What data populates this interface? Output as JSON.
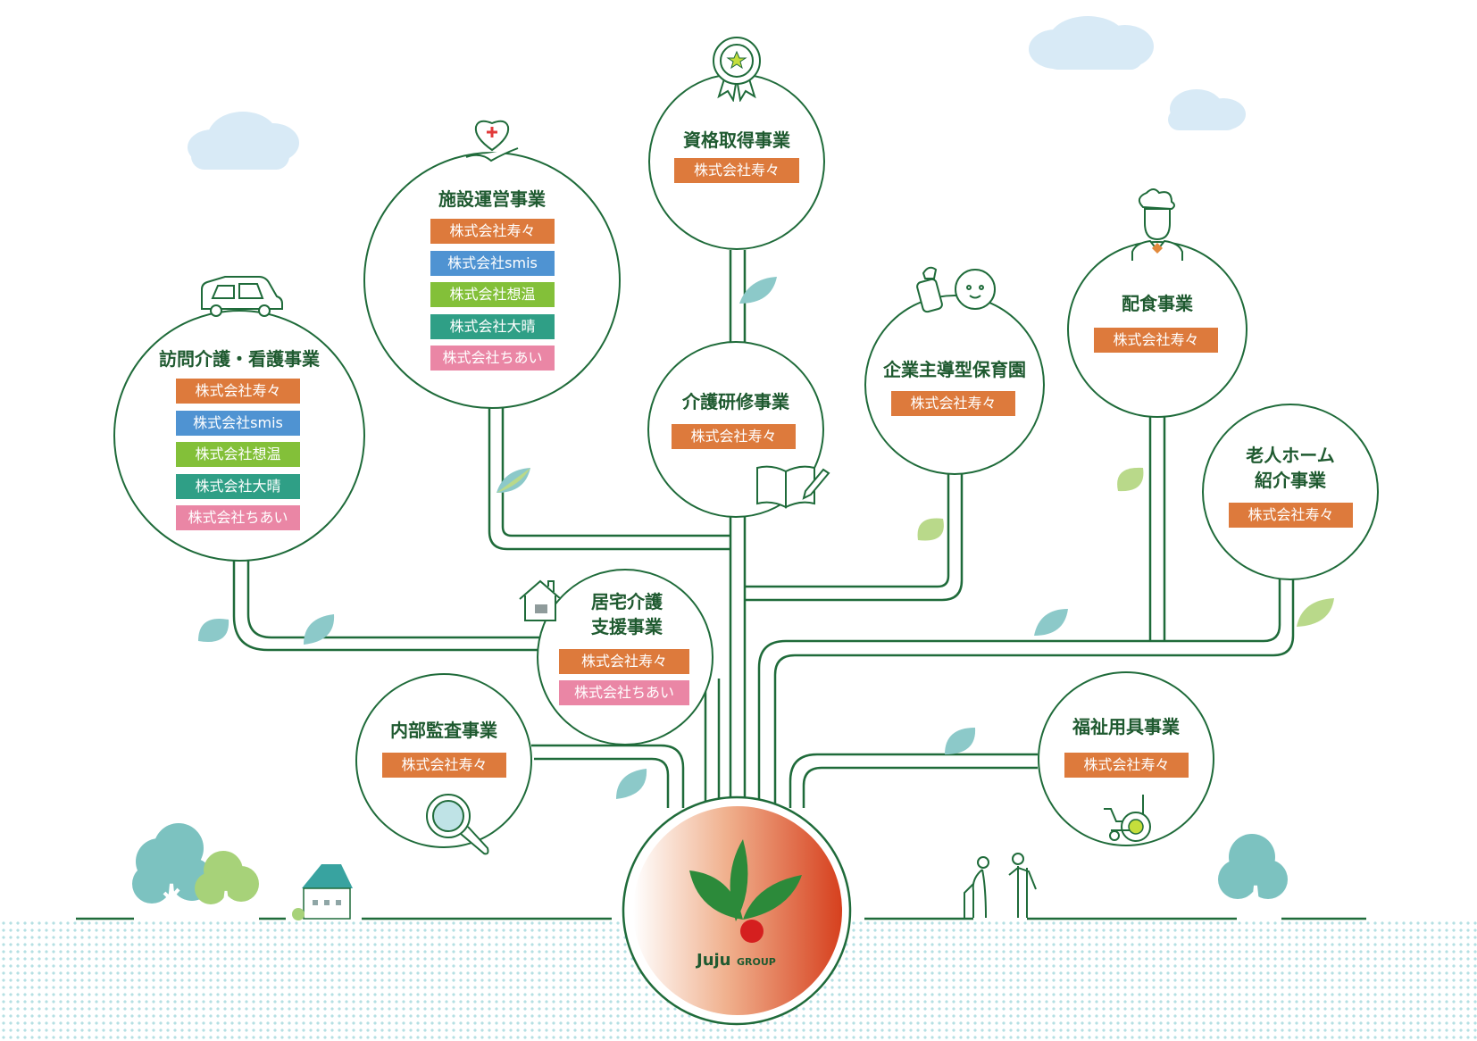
{
  "colors": {
    "line": "#1f6b3a",
    "title_text": "#1f5a30",
    "leaf_blue": "#8cc9c9",
    "leaf_green": "#b9d98a",
    "cloud": "#d8eaf6",
    "ground_dots": "#b5e0e3"
  },
  "companies": {
    "kotobuki": {
      "label": "株式会社寿々",
      "color": "#dd7a3c"
    },
    "smis": {
      "label": "株式会社smis",
      "color": "#4f93d2"
    },
    "souon": {
      "label": "株式会社想温",
      "color": "#83c039"
    },
    "taisei": {
      "label": "株式会社大晴",
      "color": "#2f9f86"
    },
    "chiai": {
      "label": "株式会社ちあい",
      "color": "#ea86a5"
    }
  },
  "businesses": {
    "houmon": {
      "title": "訪問介護・看護事業",
      "icon": "car-icon"
    },
    "shisetsu": {
      "title": "施設運営事業",
      "icon": "heart-hand-icon"
    },
    "shikaku": {
      "title": "資格取得事業",
      "icon": "award-badge-icon"
    },
    "kaigo_kenshu": {
      "title": "介護研修事業",
      "icon": "book-pen-icon"
    },
    "kigyou_hoiku": {
      "title": "企業主導型保育園",
      "icon": "baby-bottle-icon"
    },
    "haishoku": {
      "title": "配食事業",
      "icon": "chef-icon"
    },
    "roujin": {
      "title_line1": "老人ホーム",
      "title_line2": "紹介事業"
    },
    "kyotaku": {
      "title_line1": "居宅介護",
      "title_line2": "支援事業",
      "icon": "house-icon"
    },
    "naibu": {
      "title": "内部監査事業",
      "icon": "magnifier-icon"
    },
    "fukushi": {
      "title": "福祉用具事業",
      "icon": "wheelchair-icon"
    }
  },
  "logo": {
    "brand": "Juju",
    "suffix": "GROUP"
  }
}
